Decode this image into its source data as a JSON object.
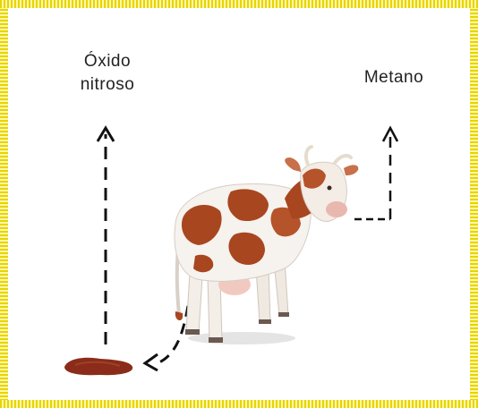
{
  "labels": {
    "nitrous_oxide_line1": "Óxido",
    "nitrous_oxide_line2": "nitroso",
    "methane": "Metano"
  },
  "colors": {
    "border": "#e8d400",
    "arrow": "#111111",
    "manure": "#8b2c1a",
    "cow_brown": "#a8461f"
  }
}
